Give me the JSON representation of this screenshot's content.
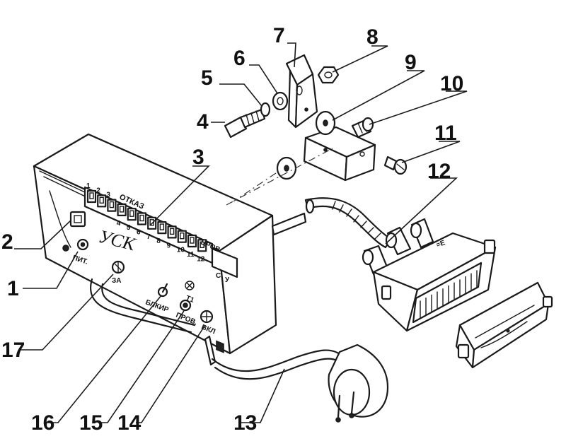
{
  "device": {
    "brand": "УСК",
    "panel_title": "ОТКАЗ",
    "panel_right": "ЦРОВ",
    "channel_numbers": [
      "1",
      "2",
      "3",
      "4",
      "5",
      "6",
      "7",
      "8",
      "9",
      "10",
      "11",
      "12"
    ],
    "side_labels": [
      "С",
      "У"
    ],
    "label_pit": "ПИТ.",
    "label_za": "ЗА",
    "label_blokir": "БЛКИР",
    "label_urov": "ПРОВ.",
    "label_vkl": "ВКЛ",
    "label_t1": "Т1"
  },
  "callouts": [
    {
      "id": "1",
      "text": "1"
    },
    {
      "id": "2",
      "text": "2"
    },
    {
      "id": "3",
      "text": "3"
    },
    {
      "id": "4",
      "text": "4"
    },
    {
      "id": "5",
      "text": "5"
    },
    {
      "id": "6",
      "text": "6"
    },
    {
      "id": "7",
      "text": "7"
    },
    {
      "id": "8",
      "text": "8"
    },
    {
      "id": "9",
      "text": "9"
    },
    {
      "id": "10",
      "text": "10"
    },
    {
      "id": "11",
      "text": "11"
    },
    {
      "id": "12",
      "text": "12"
    },
    {
      "id": "13",
      "text": "13"
    },
    {
      "id": "14",
      "text": "14"
    },
    {
      "id": "15",
      "text": "15"
    },
    {
      "id": "16",
      "text": "16"
    },
    {
      "id": "17",
      "text": "17"
    }
  ]
}
